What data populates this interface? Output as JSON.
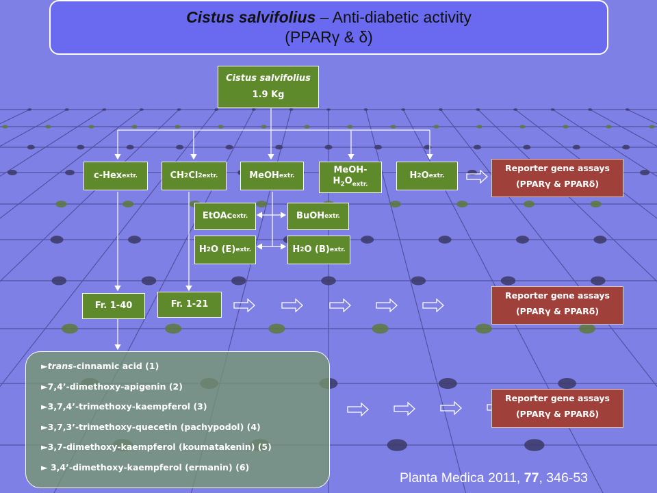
{
  "title": {
    "species": "Cistus salvifolius",
    "suffix": " – Anti-diabetic activity",
    "line2": "(PPARγ & δ)"
  },
  "start_node": {
    "line1": "Cistus salvifolius",
    "line2": "1.9 Kg"
  },
  "extracts": {
    "chex": {
      "base": "c-Hex",
      "sub": "extr."
    },
    "ch2cl2": {
      "pre": "CH",
      "sub1": "2",
      "mid": "Cl",
      "sub2": "2extr."
    },
    "meoh": {
      "base": "MeOH",
      "sub": "extr."
    },
    "meoh_h2o": {
      "line1": "MeOH-",
      "pre": "H",
      "sub1": "2",
      "mid": "O",
      "sub2": "extr."
    },
    "h2o": {
      "pre": "H",
      "sub1": "2",
      "mid": "O",
      "sub2": "extr."
    },
    "etoac": {
      "base": "EtOAc",
      "sub": "extr."
    },
    "buoh": {
      "base": "BuOH",
      "sub": "extr."
    },
    "h2o_e": {
      "pre": "H",
      "sub1": "2",
      "mid": "O (E)",
      "sub2": "extr."
    },
    "h2o_b": {
      "pre": "H",
      "sub1": "2",
      "mid": "O (B)",
      "sub2": "extr."
    }
  },
  "fractions": {
    "fr1": "Fr. 1-40",
    "fr2": "Fr. 1-21"
  },
  "assays": [
    {
      "line1": "Reporter gene assays",
      "line2": "(PPARγ & PPARδ)"
    },
    {
      "line1": "Reporter gene assays",
      "line2": "(PPARγ & PPARδ)"
    },
    {
      "line1": "Reporter gene assays",
      "line2": "(PPARγ & PPARδ)"
    }
  ],
  "compounds": [
    {
      "italic": "trans",
      "rest": "-cinnamic acid (1)"
    },
    {
      "italic": "",
      "rest": "7,4’-dimethoxy-apigenin (2)"
    },
    {
      "italic": "",
      "rest": "3,7,4’-trimethoxy-kaempferol (3)"
    },
    {
      "italic": "",
      "rest": "3,7,3’-trimethoxy-quecetin (pachypodol) (4)"
    },
    {
      "italic": "",
      "rest": "3,7-dimethoxy-kaempferol (koumatakenin) (5)"
    },
    {
      "italic": "",
      "rest": " 3,4’-dimethoxy-kaempferol (ermanin) (6)"
    }
  ],
  "bullet": "►",
  "citation": {
    "pre": "Planta Medica 2011, ",
    "volume": "77",
    "post": ", 346-53"
  },
  "colors": {
    "background": "#7f80e6",
    "box_green": "#5f8a2c",
    "box_red": "#a0403a",
    "title_box": "#6a6af0"
  }
}
